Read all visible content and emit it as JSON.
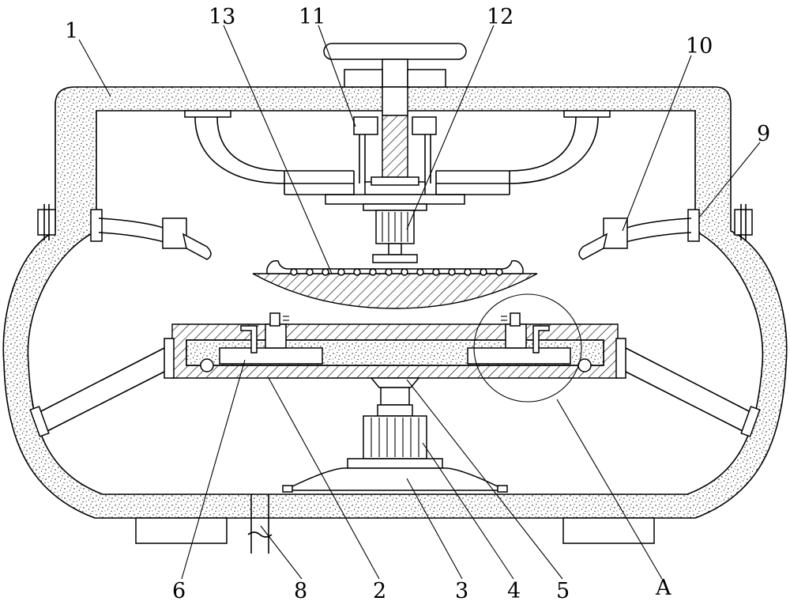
{
  "figure": {
    "labels": {
      "l1": "1",
      "l2": "2",
      "l3": "3",
      "l4": "4",
      "l5": "5",
      "l6": "6",
      "l8": "8",
      "l9": "9",
      "l10": "10",
      "l11": "11",
      "l12": "12",
      "l13": "13",
      "lA": "A"
    }
  }
}
